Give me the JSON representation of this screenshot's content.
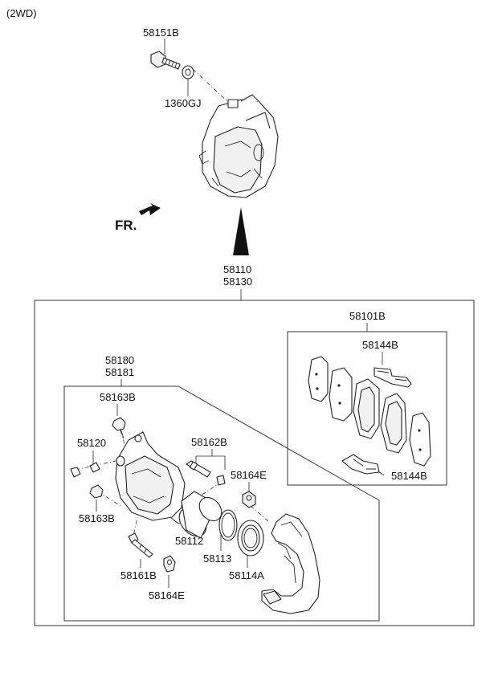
{
  "variant": "(2WD)",
  "front_indicator": "FR.",
  "part_numbers": {
    "bolt_top": "58151B",
    "washer_top": "1360GJ",
    "caliper_assembly_1": "58110",
    "caliper_assembly_2": "58130",
    "pad_kit": "58101B",
    "pad_clip_top": "58144B",
    "pad_clip_bottom": "58144B",
    "caliper_body_1": "58180",
    "caliper_body_2": "58181",
    "guide_bolt_top": "58163B",
    "bleeder_screw": "58120",
    "guide_bolt_bottom": "58163B",
    "guide_pin_set": "58162B",
    "boot_right": "58164E",
    "piston": "58112",
    "piston_seal": "58113",
    "piston_boot": "58114A",
    "guide_pin_lower": "58161B",
    "boot_lower": "58164E"
  }
}
